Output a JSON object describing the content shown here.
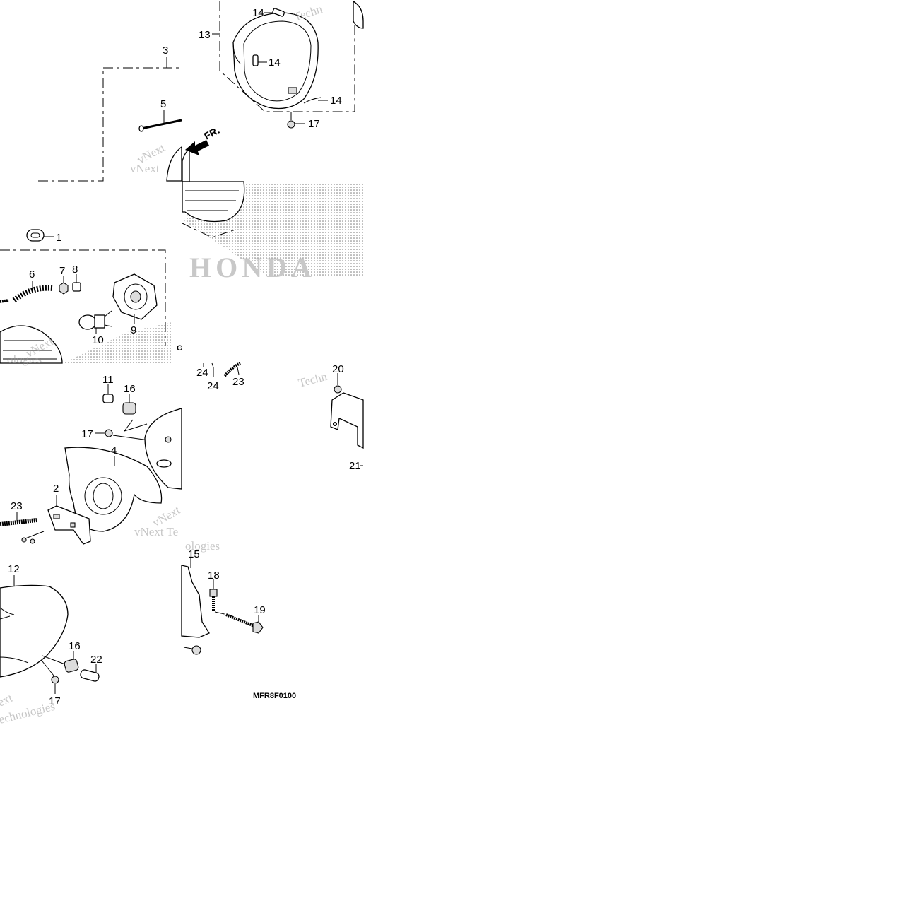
{
  "diagram": {
    "code": "MFR8F0100",
    "direction_label": "FR.",
    "brand_watermark": "HONDA",
    "watermarks": [
      "vNext",
      "Technologies",
      "vNext Te",
      "Technologies",
      "Techn",
      "ext",
      "echnologies",
      "ologies"
    ],
    "part_labels": {
      "p1": "1",
      "p2": "2",
      "p3": "3",
      "p4": "4",
      "p5": "5",
      "p6": "6",
      "p7": "7",
      "p8": "8",
      "p9": "9",
      "p10": "10",
      "p11": "11",
      "p12": "12",
      "p13": "13",
      "p14a": "14",
      "p14b": "14",
      "p14c": "14",
      "p15": "15",
      "p16a": "16",
      "p16b": "16",
      "p17a": "17",
      "p17b": "17",
      "p17c": "17",
      "p18": "18",
      "p19": "19",
      "p20": "20",
      "p21": "21",
      "p22": "22",
      "p23a": "23",
      "p23b": "23",
      "p24a": "24",
      "p24b": "24"
    },
    "colors": {
      "line": "#000000",
      "watermark": "#9a9a9a",
      "brand": "#c8c8c8",
      "background": "#ffffff"
    }
  }
}
